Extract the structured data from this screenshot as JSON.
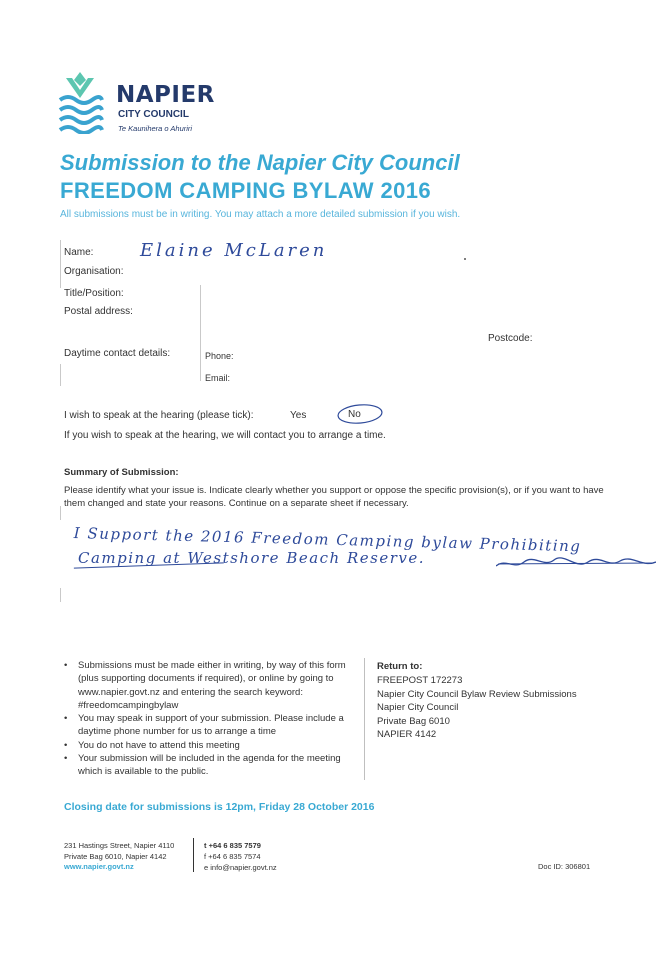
{
  "logo": {
    "name": "NAPIER",
    "council": "CITY COUNCIL",
    "maori": "Te Kaunihera o Ahuriri"
  },
  "header": {
    "title_line1": "Submission to the Napier City Council",
    "title_line2": "FREEDOM CAMPING BYLAW 2016",
    "subtitle": "All submissions must be in writing. You may attach a more detailed submission if you wish."
  },
  "form": {
    "name_label": "Name:",
    "name_value": "Elaine McLaren",
    "organisation_label": "Organisation:",
    "title_label": "Title/Position:",
    "postal_label": "Postal address:",
    "postcode_label": "Postcode:",
    "contact_label": "Daytime contact details:",
    "phone_label": "Phone:",
    "email_label": "Email:"
  },
  "hearing": {
    "question": "I wish to speak at the hearing (please tick):",
    "yes_label": "Yes",
    "no_label": "No",
    "selected": "No",
    "note": "If you wish to speak at the hearing, we will contact you to arrange a time."
  },
  "summary": {
    "heading": "Summary of Submission:",
    "instructions": "Please identify what your issue is. Indicate clearly whether you support or oppose the specific provision(s), or if you want to have them changed and state your reasons. Continue on a separate sheet if necessary.",
    "handwritten_line1": "I Support the 2016 Freedom Camping bylaw Prohibiting",
    "handwritten_line2": "Camping at Westshore Beach Reserve."
  },
  "info": {
    "bullets": [
      "Submissions must be made either in writing, by way of this form (plus supporting documents if required), or online by going to www.napier.govt.nz and entering the search keyword: #freedomcampingbylaw",
      "You may speak in support of your submission. Please include a daytime phone number for us to arrange a time",
      "You do not have to attend this meeting",
      "Your submission will be included in the agenda for the meeting which is available to the public."
    ]
  },
  "return_to": {
    "heading": "Return to:",
    "lines": [
      "FREEPOST 172273",
      "Napier City Council Bylaw Review Submissions",
      "Napier City Council",
      "Private Bag 6010",
      "NAPIER 4142"
    ]
  },
  "closing": "Closing date for submissions is 12pm, Friday 28 October 2016",
  "footer": {
    "address1": "231 Hastings Street, Napier 4110",
    "address2": "Private Bag 6010, Napier 4142",
    "web": "www.napier.govt.nz",
    "phone": "t +64 6 835 7579",
    "fax": "f +64 6 835 7574",
    "email": "e info@napier.govt.nz",
    "doc_id": "Doc ID: 306801"
  },
  "colors": {
    "brand_blue": "#39a9d3",
    "navy": "#243a6b",
    "ink": "#2e4a9a",
    "logo_green": "#5cc6b0"
  }
}
